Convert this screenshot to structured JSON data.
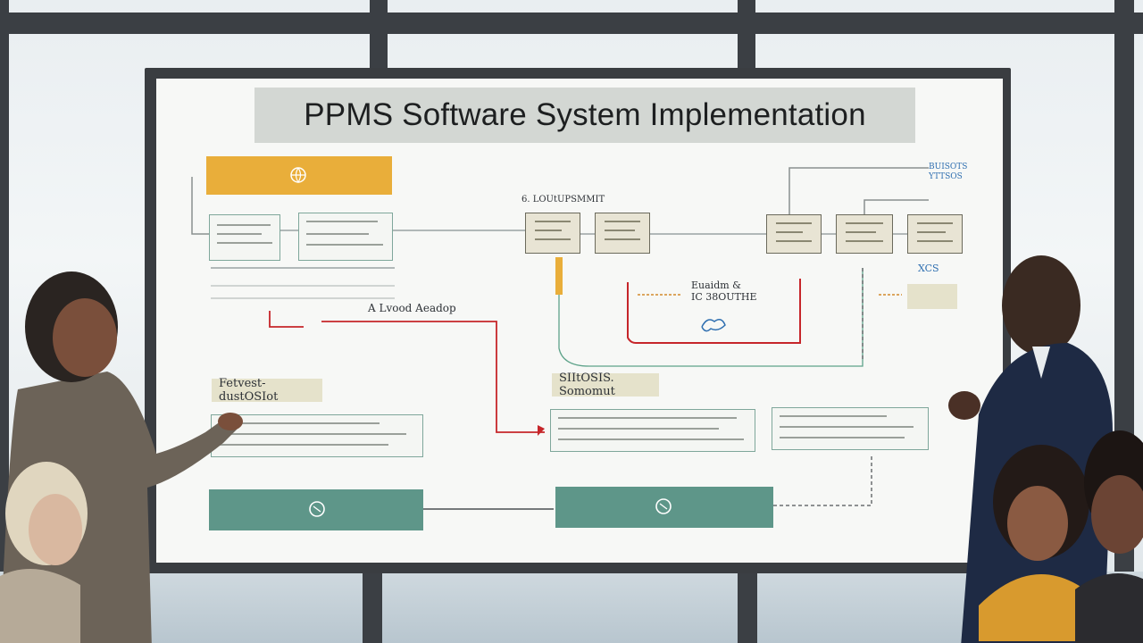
{
  "board": {
    "title": "PPMS Software System Implementation"
  },
  "labels": {
    "top_center": "6. LOUtUPSMMIT",
    "mid_left": "A Lvood Aeadop",
    "mid_center": "Euaidm &\nIC 38OUTHE",
    "tag_left": "Fetvest- dustOSIot",
    "tag_center": "SIItOSIS. Somomut",
    "top_right": "BUISOTS\nYTTSOS",
    "right_small": "XCS"
  },
  "colors": {
    "accent_yellow": "#e9ae3a",
    "accent_teal": "#5e9689",
    "arrow_red": "#c6262a",
    "board_frame": "#3a3d41"
  }
}
